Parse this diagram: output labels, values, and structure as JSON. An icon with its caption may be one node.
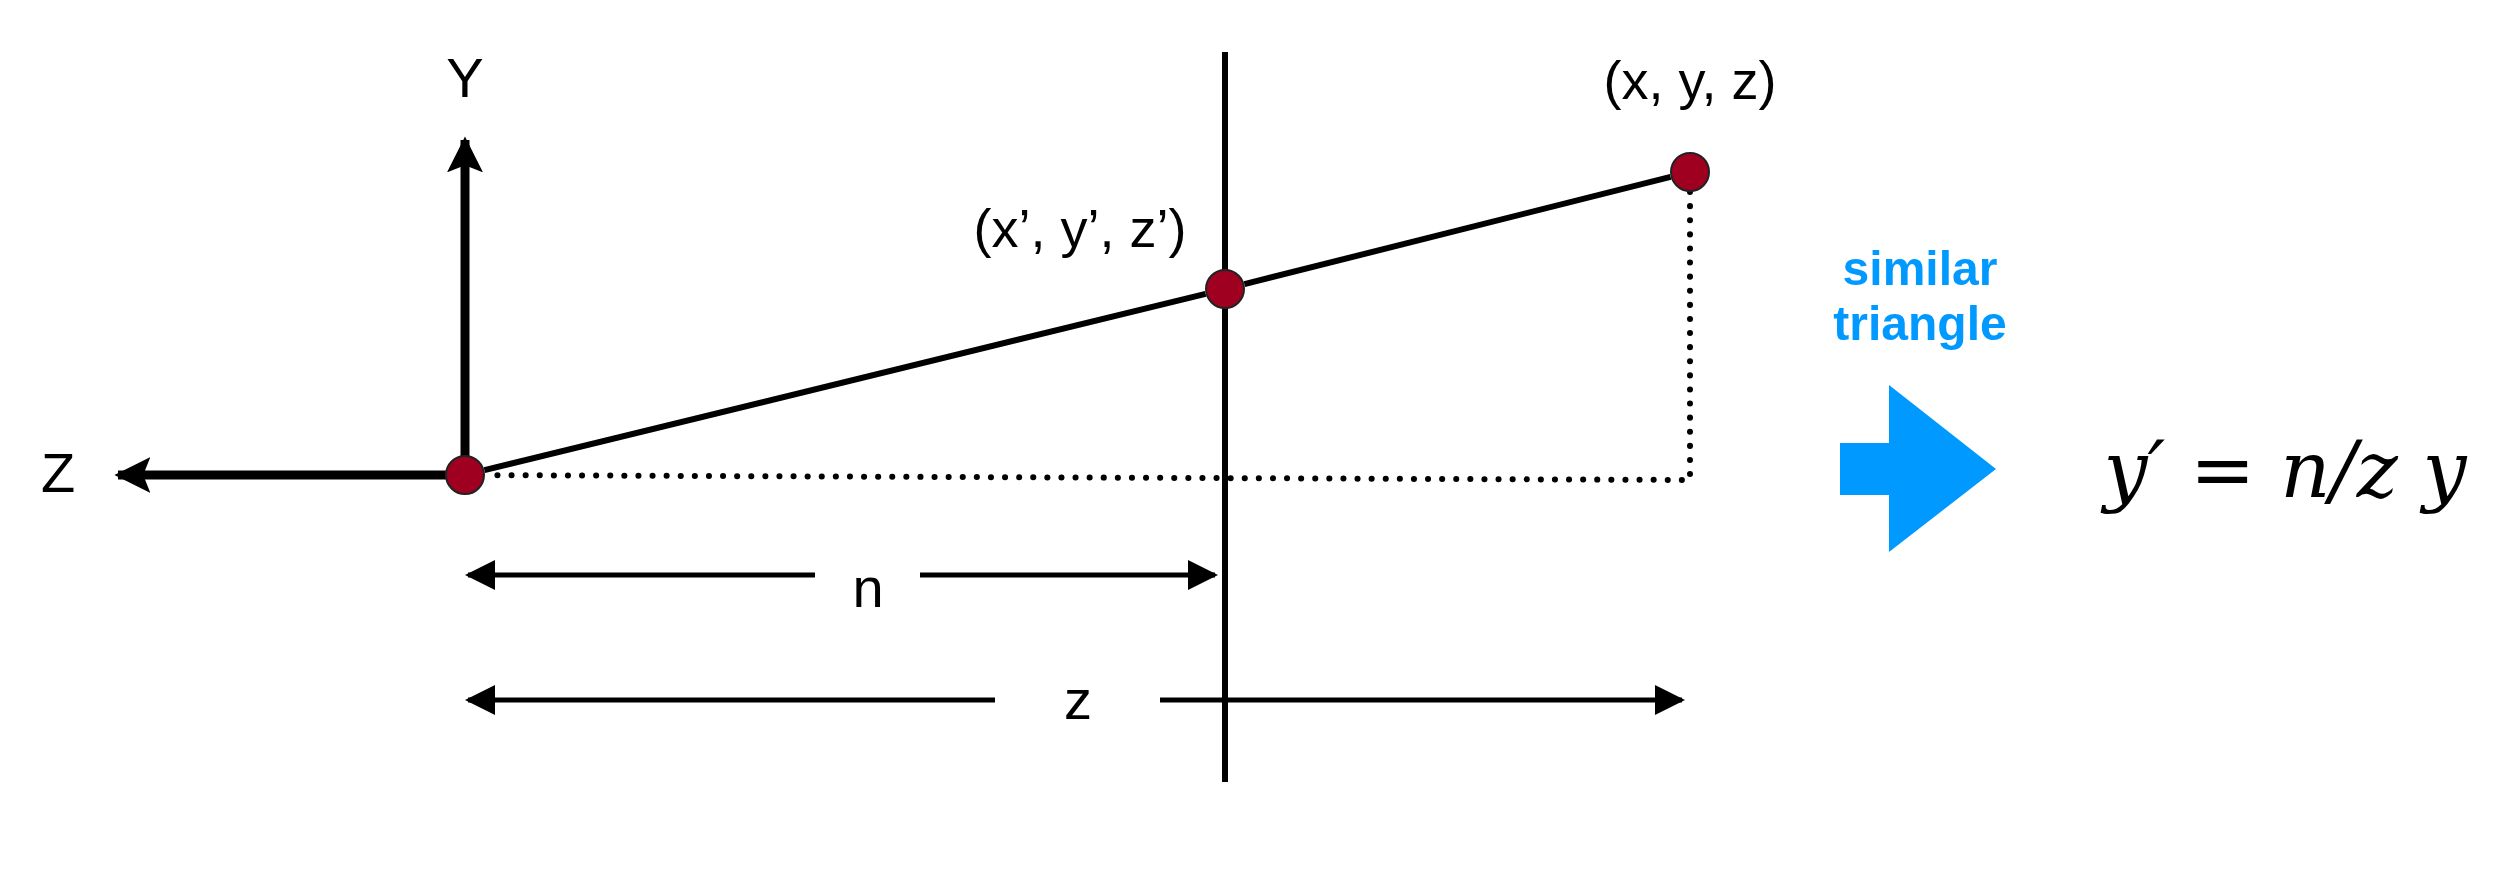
{
  "diagram": {
    "nodes": [
      {
        "text": [],
        "shape": "circle"
      },
      {
        "text": [],
        "shape": "circle",
        "beside": [
          "(x’, y’, z’)"
        ]
      },
      {
        "text": [],
        "shape": "circle",
        "beside": [
          "(x, y, z)"
        ]
      }
    ],
    "edges": [
      {
        "from": 0,
        "to": 1,
        "arrow": "none"
      },
      {
        "from": 1,
        "to": 2,
        "arrow": "none"
      },
      {
        "from": 2,
        "to": 0,
        "arrow": "none",
        "style": "dashed"
      }
    ],
    "labels": [
      "Y",
      "Z",
      "n",
      "z",
      "similar triangle",
      "y′ = n/z y"
    ]
  }
}
